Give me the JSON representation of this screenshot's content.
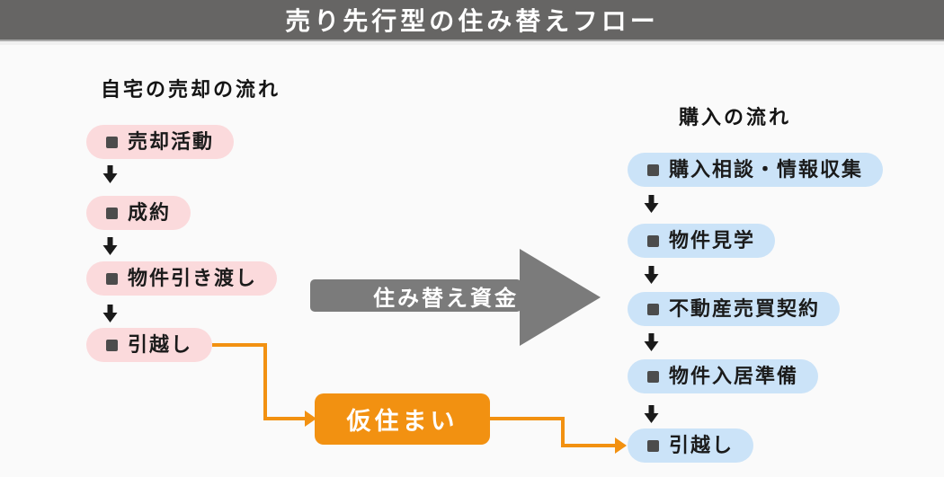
{
  "header": {
    "title": "売り先行型の住み替えフロー"
  },
  "sell_flow": {
    "heading": "自宅の売却の流れ",
    "steps": [
      "売却活動",
      "成約",
      "物件引き渡し",
      "引越し"
    ]
  },
  "buy_flow": {
    "heading": "購入の流れ",
    "steps": [
      "購入相談・情報収集",
      "物件見学",
      "不動産売買契約",
      "物件入居準備",
      "引越し"
    ]
  },
  "funds_arrow": {
    "label": "住み替え資金"
  },
  "temporary_housing": {
    "label": "仮住まい"
  },
  "colors": {
    "header_bg": "#666564",
    "sell_pill_bg": "#fbdadc",
    "buy_pill_bg": "#cbe3f8",
    "funds_arrow": "#7b7b7b",
    "accent_orange": "#f29111",
    "bullet": "#4c4c4c",
    "background": "#fafafa",
    "text": "#1b1b1b"
  }
}
